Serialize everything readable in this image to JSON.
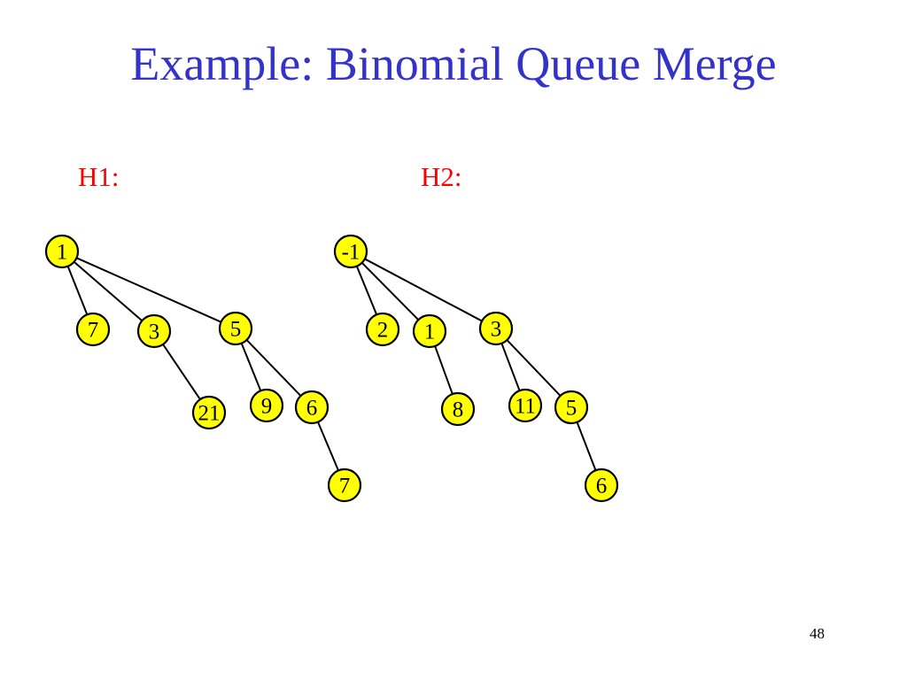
{
  "slide": {
    "title": "Example: Binomial Queue Merge",
    "slide_number": "48"
  },
  "heaps": [
    {
      "label": "H1:",
      "nodes": [
        {
          "id": "h1-root",
          "value": "1"
        },
        {
          "id": "h1-a",
          "value": "7"
        },
        {
          "id": "h1-b",
          "value": "3"
        },
        {
          "id": "h1-c",
          "value": "5"
        },
        {
          "id": "h1-d",
          "value": "21"
        },
        {
          "id": "h1-e",
          "value": "9"
        },
        {
          "id": "h1-f",
          "value": "6"
        },
        {
          "id": "h1-g",
          "value": "7"
        }
      ],
      "edges": [
        [
          "h1-root",
          "h1-a"
        ],
        [
          "h1-root",
          "h1-b"
        ],
        [
          "h1-root",
          "h1-c"
        ],
        [
          "h1-b",
          "h1-d"
        ],
        [
          "h1-c",
          "h1-e"
        ],
        [
          "h1-c",
          "h1-f"
        ],
        [
          "h1-f",
          "h1-g"
        ]
      ]
    },
    {
      "label": "H2:",
      "nodes": [
        {
          "id": "h2-root",
          "value": "-1"
        },
        {
          "id": "h2-a",
          "value": "2"
        },
        {
          "id": "h2-b",
          "value": "1"
        },
        {
          "id": "h2-c",
          "value": "3"
        },
        {
          "id": "h2-d",
          "value": "8"
        },
        {
          "id": "h2-e",
          "value": "11"
        },
        {
          "id": "h2-f",
          "value": "5"
        },
        {
          "id": "h2-g",
          "value": "6"
        }
      ],
      "edges": [
        [
          "h2-root",
          "h2-a"
        ],
        [
          "h2-root",
          "h2-b"
        ],
        [
          "h2-root",
          "h2-c"
        ],
        [
          "h2-b",
          "h2-d"
        ],
        [
          "h2-c",
          "h2-e"
        ],
        [
          "h2-c",
          "h2-f"
        ],
        [
          "h2-f",
          "h2-g"
        ]
      ]
    }
  ],
  "colors": {
    "title": "#3333cc",
    "heap_label": "#ff0000",
    "node_fill": "#ffff00",
    "node_stroke": "#000000"
  }
}
